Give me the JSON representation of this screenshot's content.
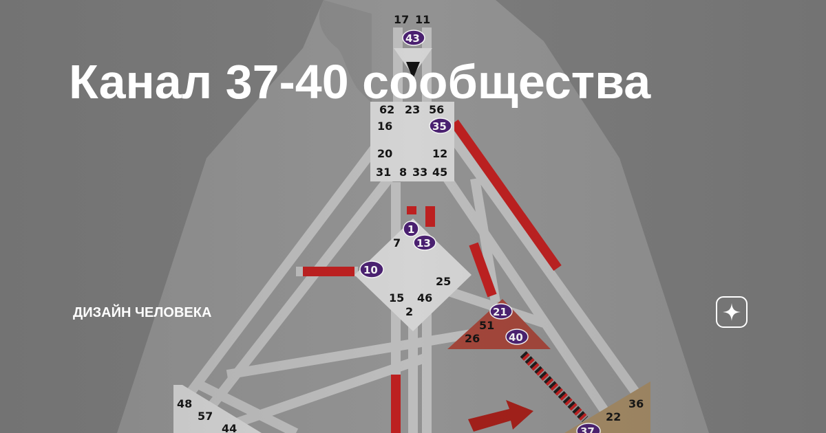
{
  "title": "Канал 37-40 сообщества",
  "channel_name": "ДИЗАЙН ЧЕЛОВЕКА",
  "logo": {
    "icon": "zen-sparkle-icon"
  },
  "bodygraph": {
    "colors": {
      "background": "#7f7f7f",
      "silhouette": "#9a9a9a",
      "channel": "#c4c4c4",
      "active": "#c41e1e",
      "gate_active": "#4b1f73",
      "center_white": "#dcdcdc",
      "center_red": "#a8463a",
      "center_tan": "#a88d66"
    },
    "head_gates": [
      "17",
      "11"
    ],
    "head_active_gate": "43",
    "throat_gates": [
      "62",
      "23",
      "56",
      "16",
      "20",
      "12",
      "31",
      "8",
      "33",
      "45"
    ],
    "throat_active_gate": "35",
    "g_gates": [
      "7",
      "25",
      "15",
      "46",
      "2"
    ],
    "g_active_gates": [
      "1",
      "13",
      "10"
    ],
    "heart_gates": [
      "51",
      "26"
    ],
    "heart_active_gates": [
      "21",
      "40"
    ],
    "spleen_gates": [
      "48",
      "57",
      "44"
    ],
    "solar_gates": [
      "36",
      "22"
    ],
    "solar_active_gate": "37"
  }
}
